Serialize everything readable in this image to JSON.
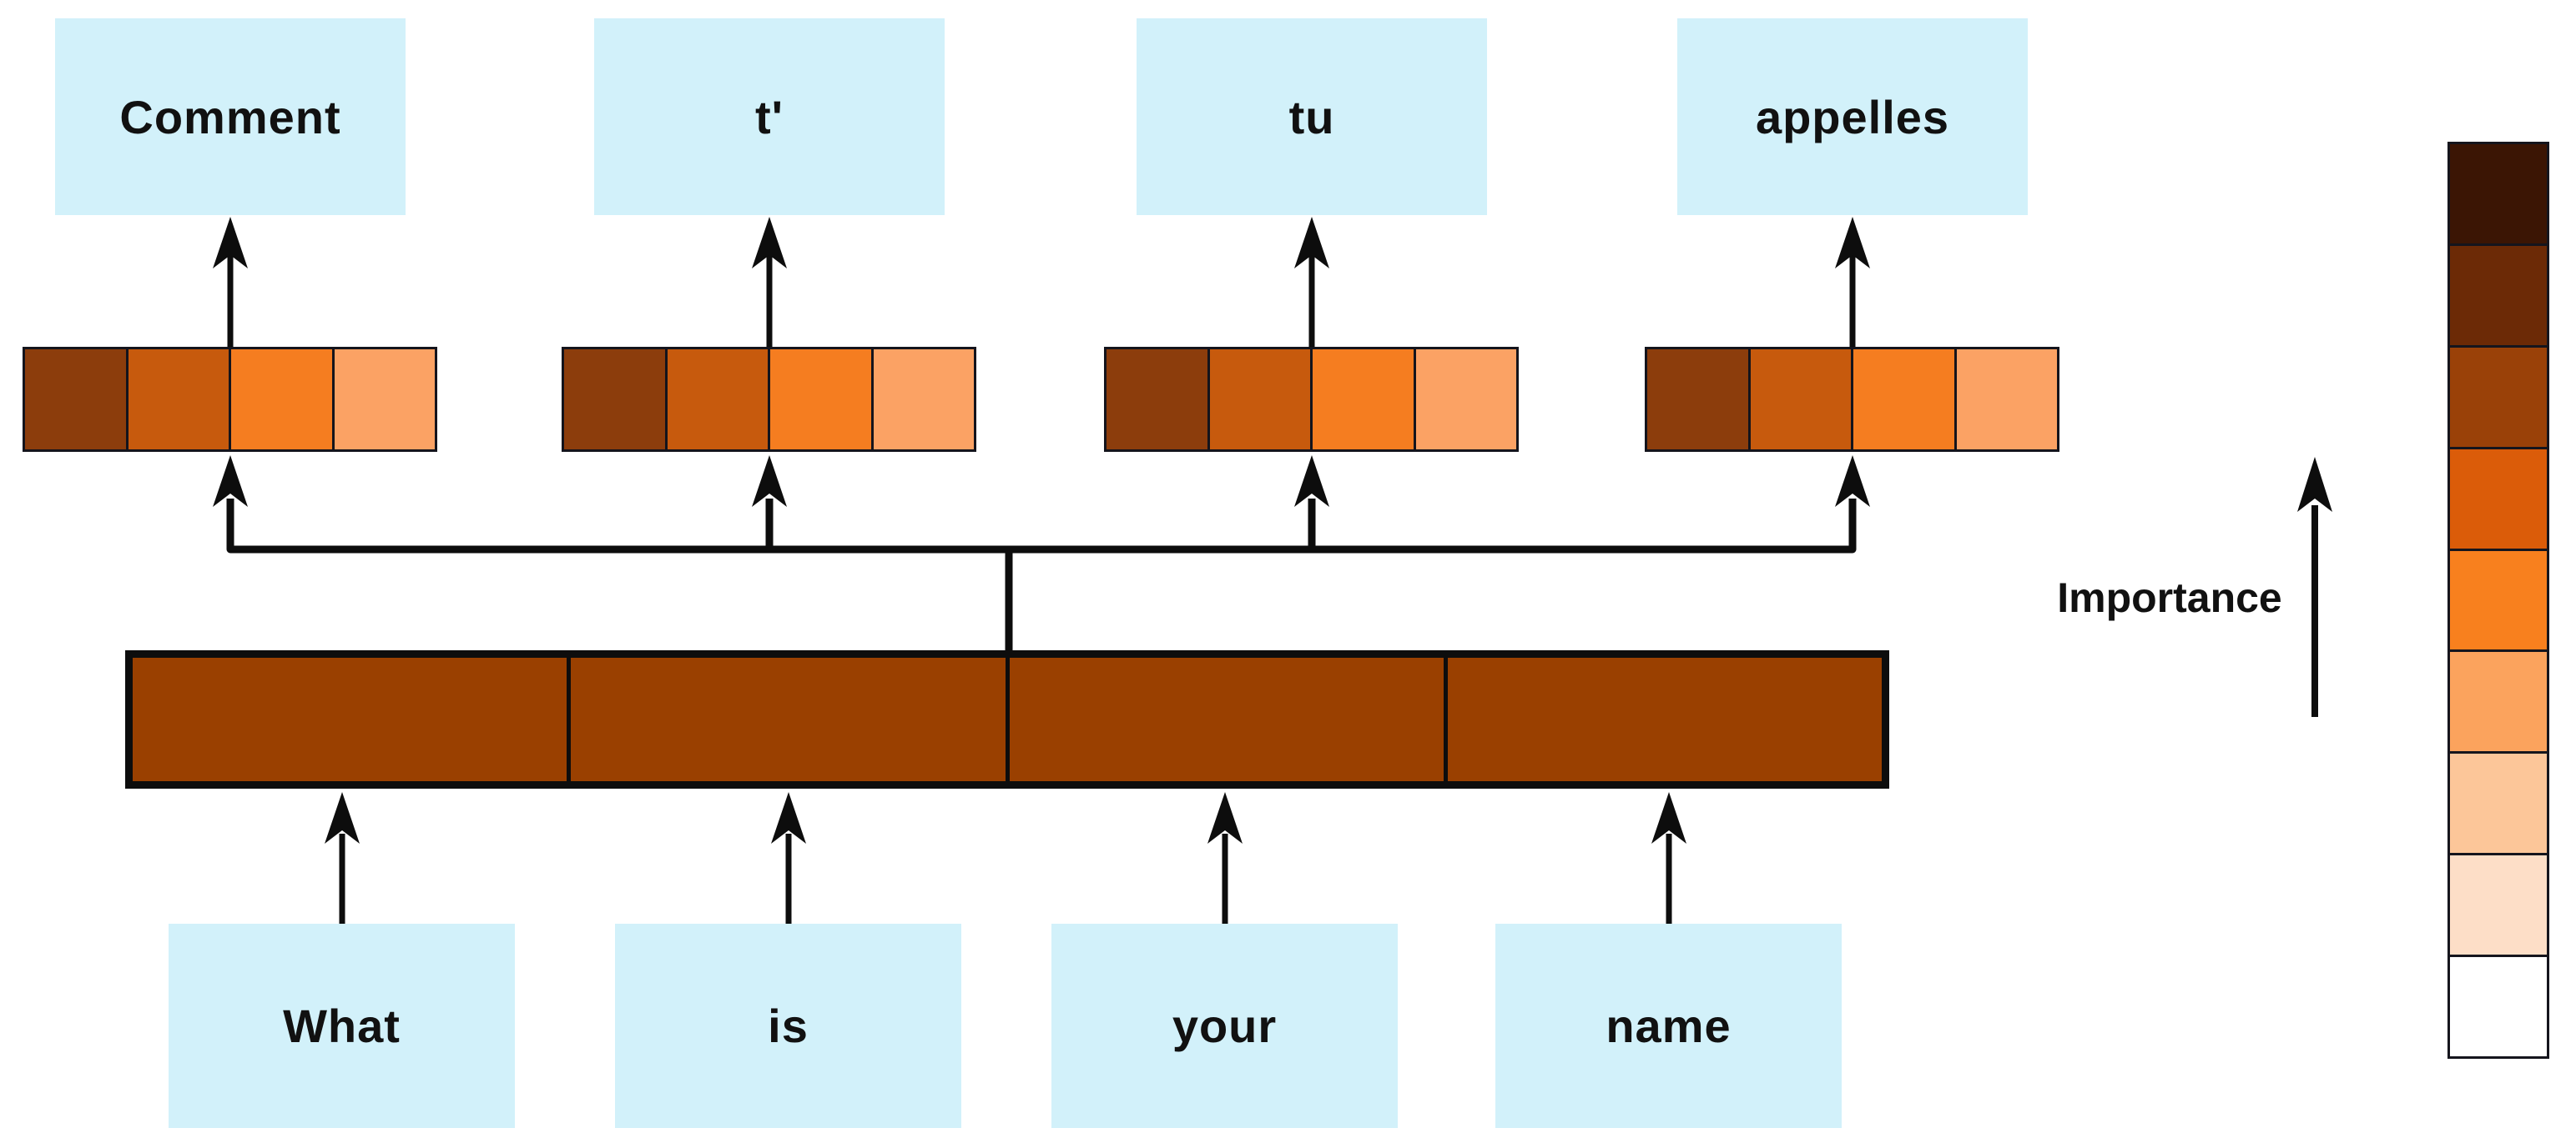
{
  "diagram_type": "attention-importance translation diagram",
  "colors": {
    "token_box": "#d2f1fa",
    "text": "#111111",
    "line": "#0d0d0d",
    "encoder_cell": "#9a4000"
  },
  "output_tokens": [
    "Comment",
    "t'",
    "tu",
    "appelles"
  ],
  "input_tokens": [
    "What",
    "is",
    "your",
    "name"
  ],
  "strips": [
    {
      "token": "Comment",
      "cells": [
        "#8c3d0c",
        "#c75a0d",
        "#f57d20",
        "#fba264"
      ]
    },
    {
      "token": "t'",
      "cells": [
        "#8c3d0c",
        "#c75a0d",
        "#f57d20",
        "#fba264"
      ]
    },
    {
      "token": "tu",
      "cells": [
        "#8c3d0c",
        "#c75a0d",
        "#f57d20",
        "#fba264"
      ]
    },
    {
      "token": "appelles",
      "cells": [
        "#8c3d0c",
        "#c75a0d",
        "#f57d20",
        "#fba264"
      ]
    }
  ],
  "encoder_bar": {
    "num_cells": 4,
    "color": "#9a4000"
  },
  "legend": {
    "label": "Importance",
    "arrow_direction": "up",
    "colorbar_top_to_bottom": [
      "#3b1504",
      "#6c2a06",
      "#9a4108",
      "#db5c09",
      "#f8801e",
      "#fba35d",
      "#fcc699",
      "#fddec7",
      "#ffffff"
    ]
  }
}
